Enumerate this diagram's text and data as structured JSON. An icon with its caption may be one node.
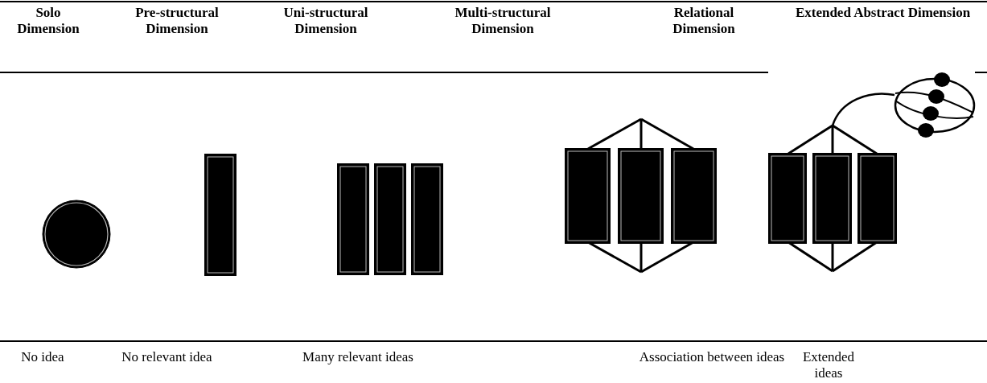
{
  "diagram": {
    "labels": [
      "Solo Dimension",
      "Pre-structural Dimension",
      "Uni-structural Dimension",
      "Multi-structural Dimension",
      "Relational Dimension",
      "Extended Abstract Dimension",
      "No idea",
      "No relevant idea",
      "Many relevant ideas",
      "Association between ideas",
      "Extended ideas"
    ]
  }
}
